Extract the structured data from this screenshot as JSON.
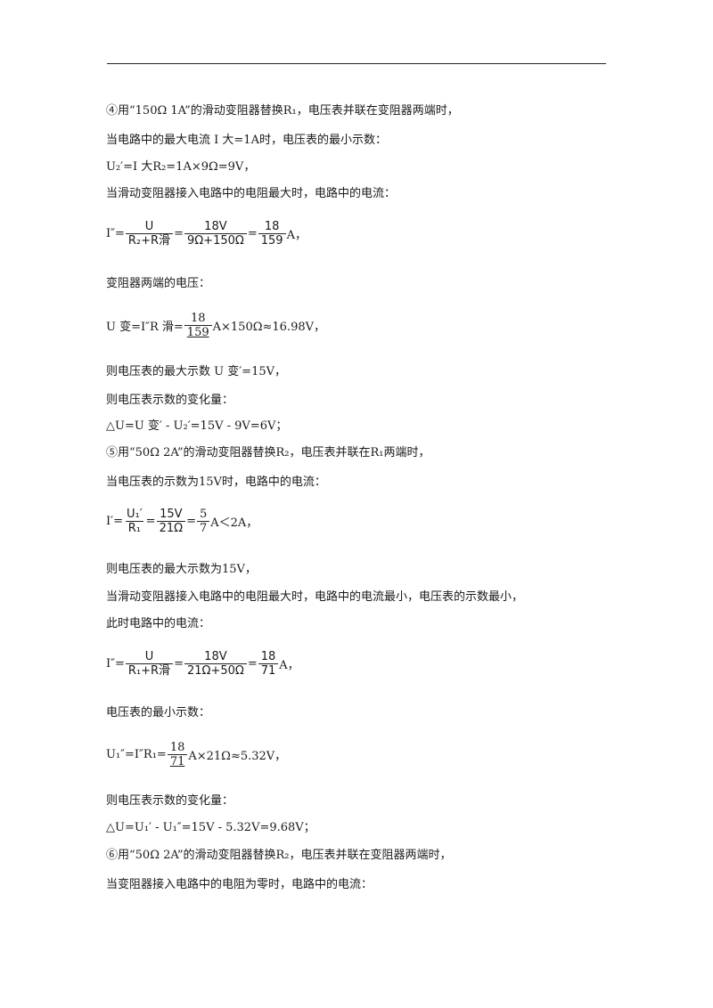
{
  "lines": {
    "l1": "④用“150Ω 1A”的滑动变阻器替换R₁，电压表并联在变阻器两端时，",
    "l2": "当电路中的最大电流 I 大=1A时，电压表的最小示数：",
    "l3": "U₂′=I 大R₂=1A×9Ω=9V，",
    "l4": "当滑动变阻器接入电路中的电阻最大时，电路中的电流：",
    "l5": "变阻器两端的电压：",
    "l6": "则电压表的最大示数 U 变′=15V，",
    "l7": "则电压表示数的变化量：",
    "l8": "△U=U 变′ - U₂′=15V - 9V=6V；",
    "l9": "⑤用“50Ω 2A”的滑动变阻器替换R₂，电压表并联在R₁两端时，",
    "l10": "当电压表的示数为15V时，电路中的电流：",
    "l11": "则电压表的最大示数为15V，",
    "l12": "当滑动变阻器接入电路中的电阻最大时，电路中的电流最小，电压表的示数最小，",
    "l13": "此时电路中的电流：",
    "l14": "电压表的最小示数：",
    "l15": "则电压表示数的变化量：",
    "l16": "△U=U₁′ - U₁″=15V - 5.32V=9.68V；",
    "l17": "⑥用“50Ω 2A”的滑动变阻器替换R₂，电压表并联在变阻器两端时，",
    "l18": "当变阻器接入电路中的电阻为零时，电路中的电流："
  },
  "eq1": {
    "lhs": "I″=",
    "f1_num": "U",
    "f1_den": "R₂+R滑",
    "f2_num": "18V",
    "f2_den": "9Ω+150Ω",
    "f3_num": "18",
    "f3_den": "159",
    "tail": "A，"
  },
  "eq2": {
    "lhs": "U 变=I″R 滑=",
    "f_num": "18",
    "f_den": "159",
    "tail": "A×150Ω≈16.98V，"
  },
  "eq3": {
    "lhs": "I′=",
    "f1_num": "U₁′",
    "f1_den": "R₁",
    "f2_num": "15V",
    "f2_den": "21Ω",
    "f3_num": "5",
    "f3_den": "7",
    "tail": "A＜2A，"
  },
  "eq4": {
    "lhs": "I″=",
    "f1_num": "U",
    "f1_den": "R₁+R滑",
    "f2_num": "18V",
    "f2_den": "21Ω+50Ω",
    "f3_num": "18",
    "f3_den": "71",
    "tail": "A，"
  },
  "eq5": {
    "lhs": "U₁″=I″R₁=",
    "f_num": "18",
    "f_den": "71",
    "tail": "A×21Ω≈5.32V，"
  }
}
